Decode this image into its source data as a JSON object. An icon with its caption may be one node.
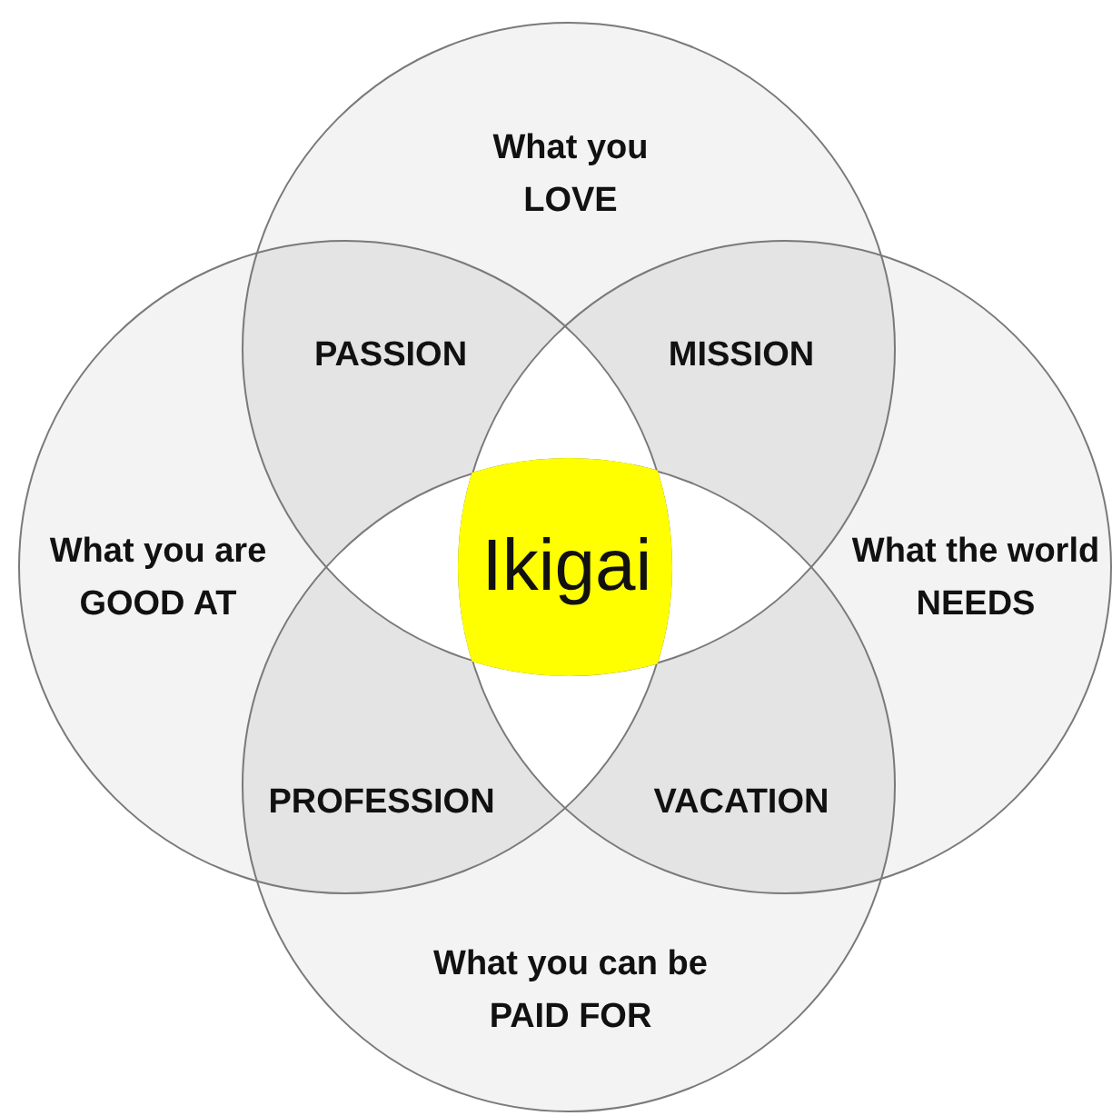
{
  "diagram": {
    "nodes": [
      {
        "text": [
          "What you LOVE"
        ]
      },
      {
        "text": [
          "What you are GOOD AT"
        ]
      },
      {
        "text": [
          "What the world NEEDS"
        ]
      },
      {
        "text": [
          "What you can be PAID FOR"
        ]
      },
      {
        "text": [
          "Ikigai"
        ]
      }
    ],
    "edges": [],
    "labels": [
      "PASSION",
      "MISSION",
      "PROFESSION",
      "VACATION"
    ]
  }
}
